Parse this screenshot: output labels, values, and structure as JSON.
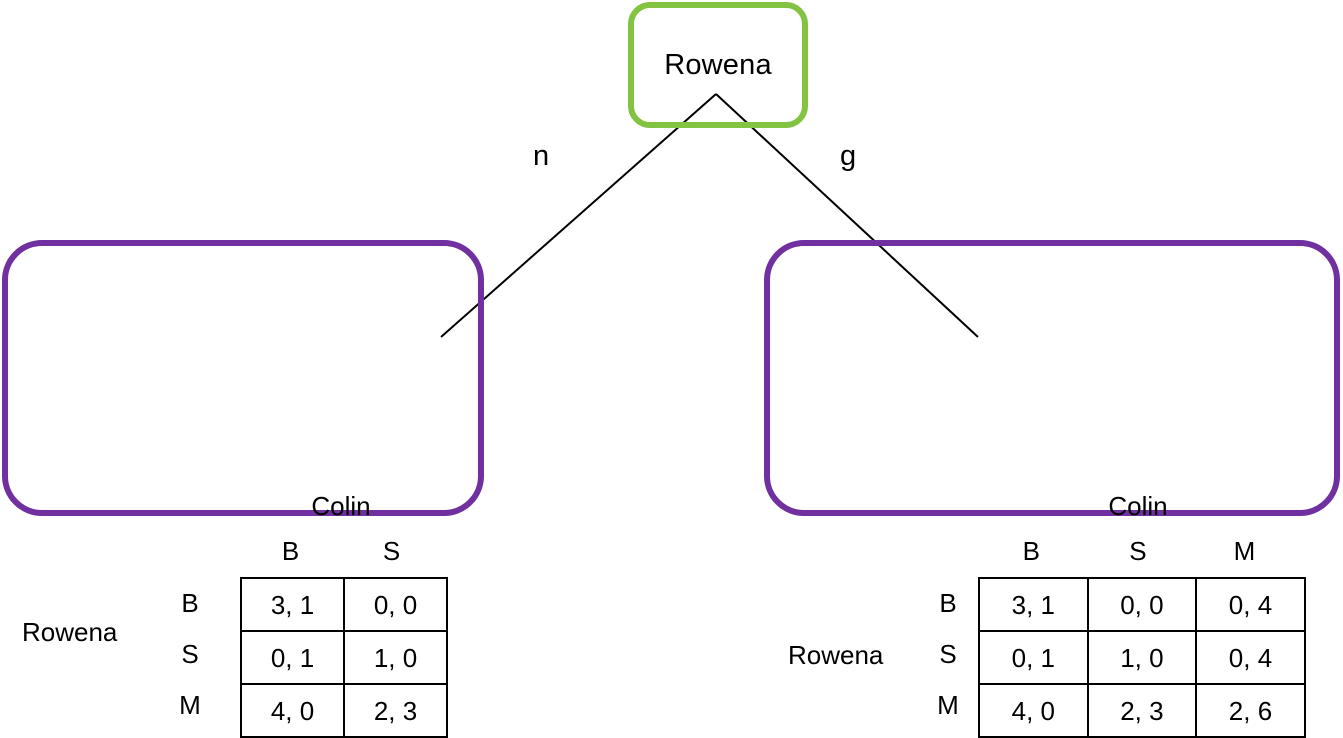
{
  "diagram": {
    "type": "extensive-form-game-tree-with-payoff-matrices",
    "root": {
      "label": "Rowena",
      "border_color": "#82c341"
    },
    "edges": [
      {
        "label": "n",
        "from": "root",
        "to": "left-subgame"
      },
      {
        "label": "g",
        "from": "root",
        "to": "right-subgame"
      }
    ],
    "subgames": [
      {
        "id": "left-subgame",
        "border_color": "#7030a0",
        "row_player": "Rowena",
        "col_player": "Colin",
        "row_labels": [
          "B",
          "S",
          "M"
        ],
        "col_labels": [
          "B",
          "S"
        ],
        "cells": [
          [
            "3, 1",
            "0, 0"
          ],
          [
            "0, 1",
            "1, 0"
          ],
          [
            "4, 0",
            "2, 3"
          ]
        ]
      },
      {
        "id": "right-subgame",
        "border_color": "#7030a0",
        "row_player": "Rowena",
        "col_player": "Colin",
        "row_labels": [
          "B",
          "S",
          "M"
        ],
        "col_labels": [
          "B",
          "S",
          "M"
        ],
        "cells": [
          [
            "3, 1",
            "0, 0",
            "0, 4"
          ],
          [
            "0, 1",
            "1, 0",
            "0, 4"
          ],
          [
            "4, 0",
            "2, 3",
            "2, 6"
          ]
        ]
      }
    ]
  }
}
